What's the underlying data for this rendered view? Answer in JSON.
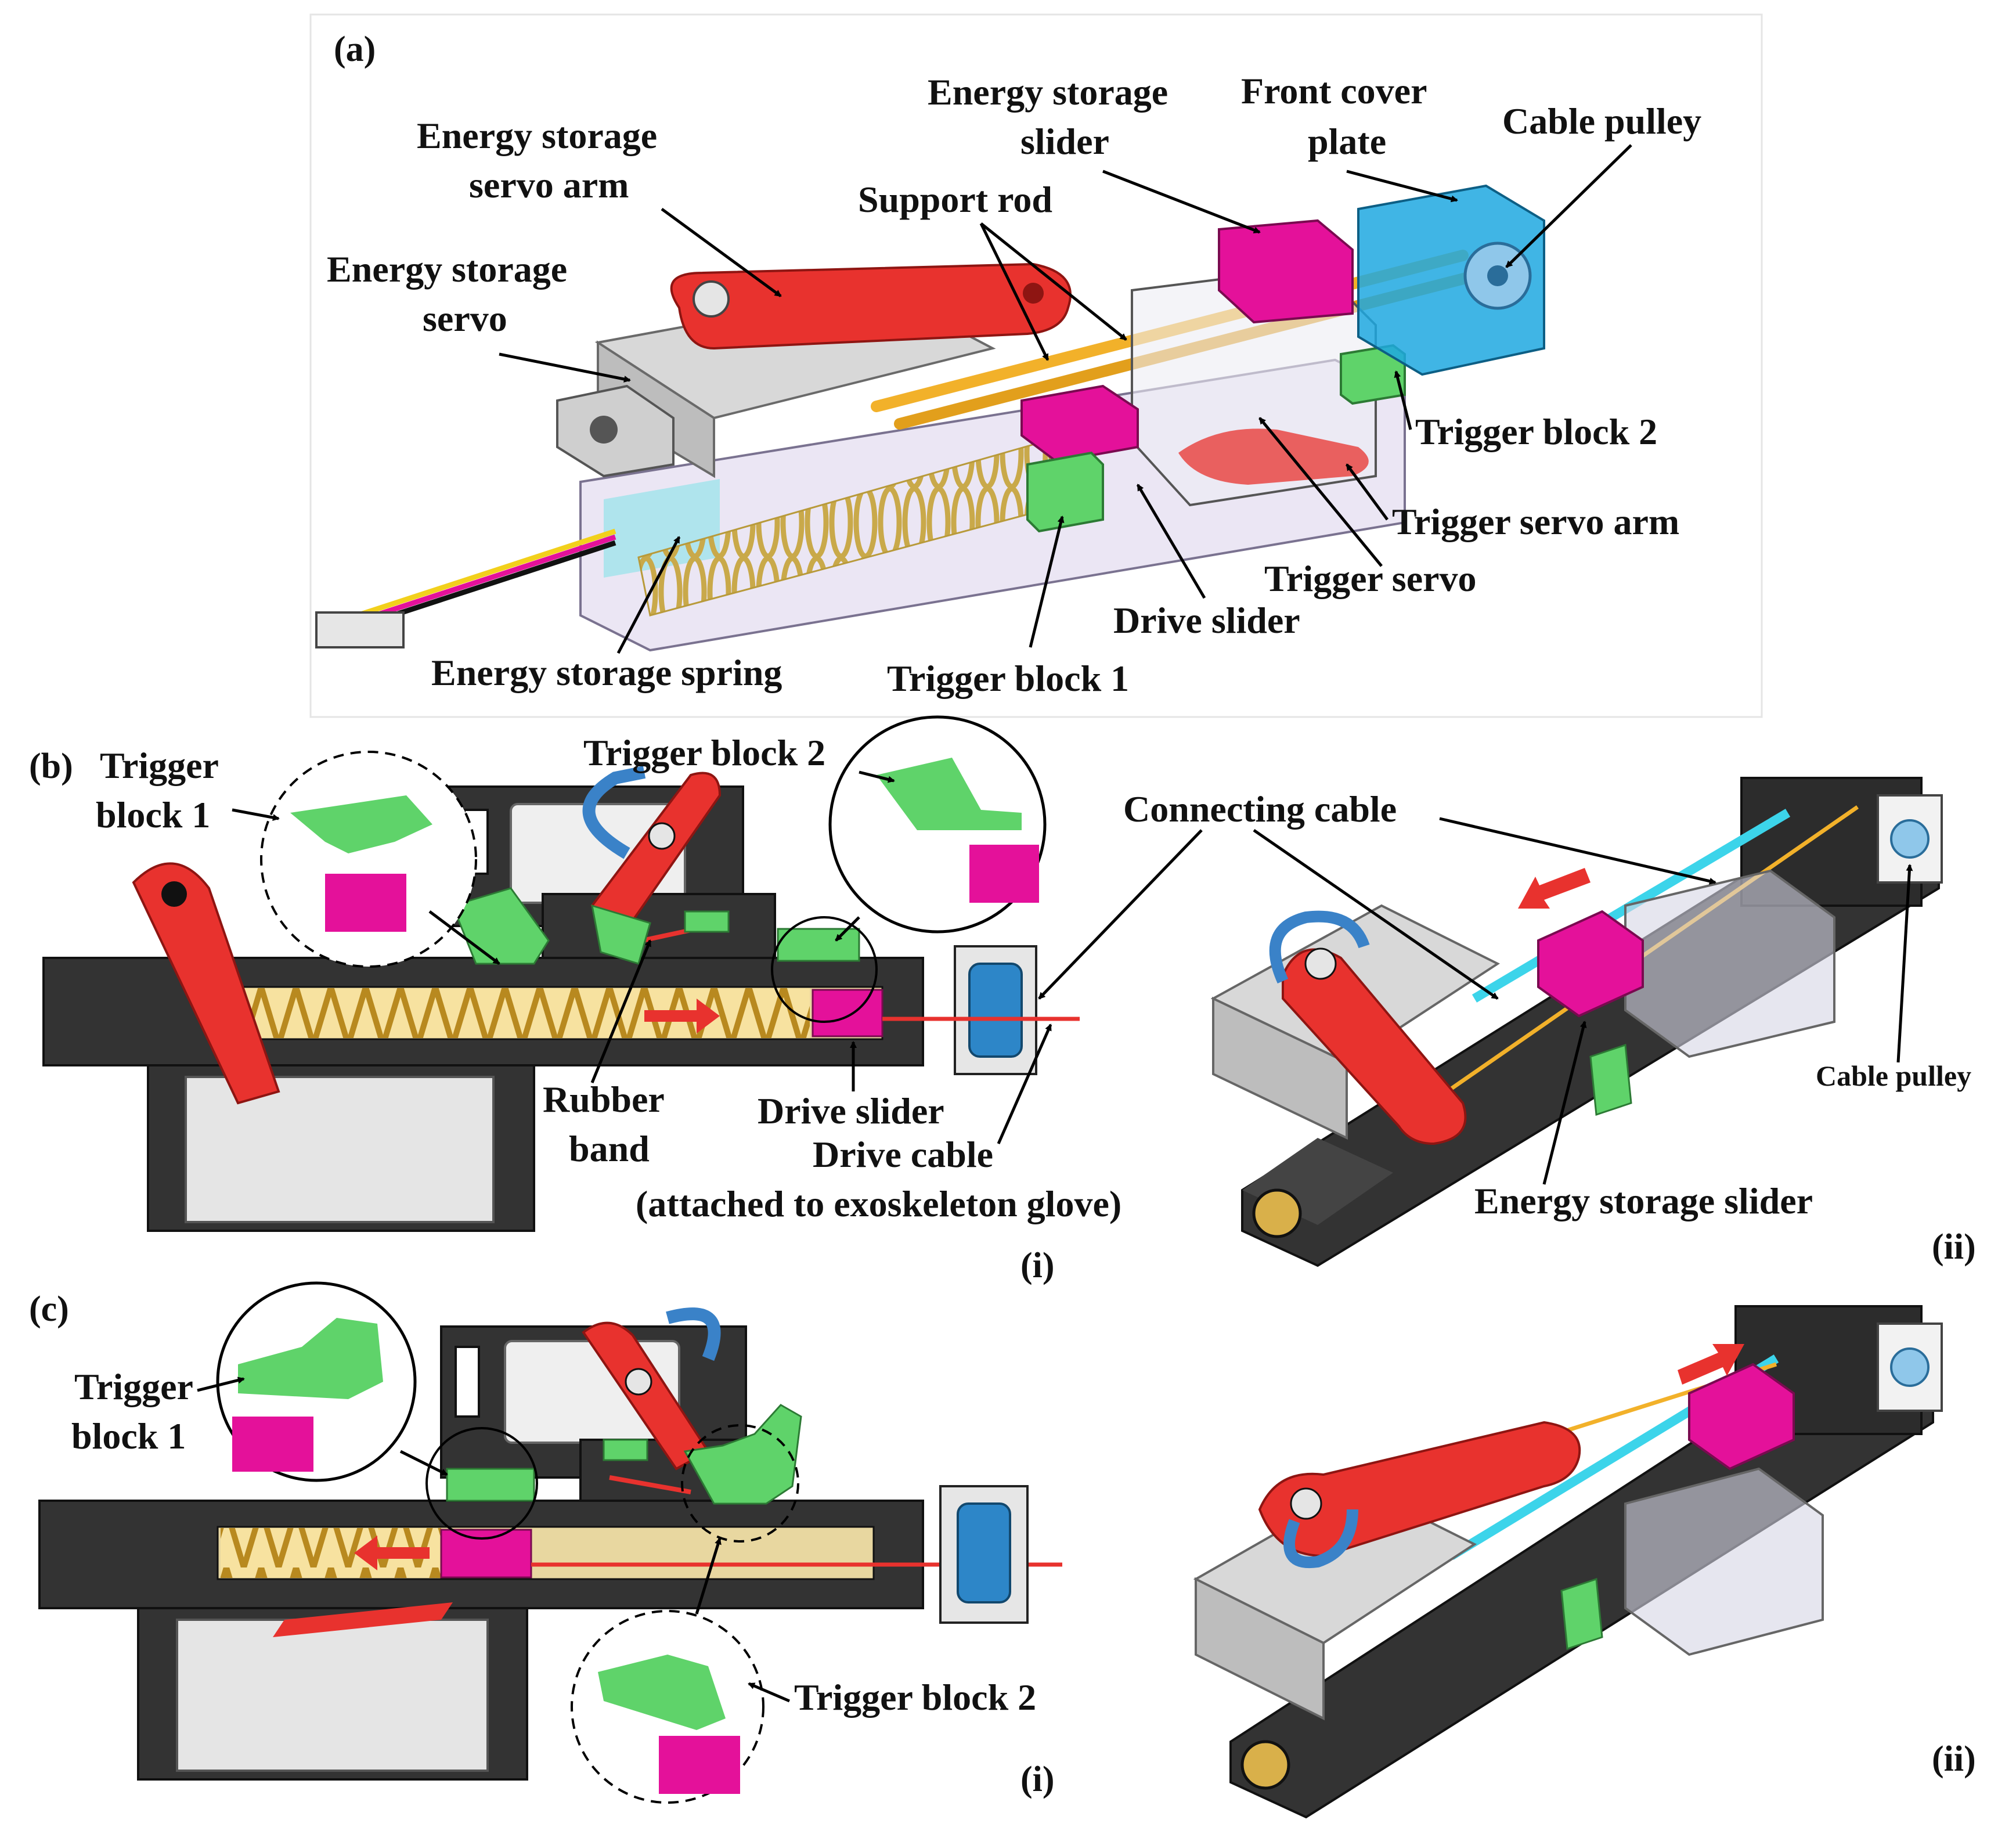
{
  "panels": {
    "a": "(a)",
    "b": "(b)",
    "c": "(c)",
    "bi": "(i)",
    "bii": "(ii)",
    "ci": "(i)",
    "cii": "(ii)"
  },
  "labels_a": {
    "es_servo_arm_1": "Energy storage",
    "es_servo_arm_2": "servo arm",
    "es_servo_1": "Energy storage",
    "es_servo_2": "servo",
    "support_rod": "Support rod",
    "es_slider_1": "Energy storage",
    "es_slider_2": "slider",
    "front_cover_1": "Front cover",
    "front_cover_2": "plate",
    "cable_pulley": "Cable pulley",
    "trigger_block_2": "Trigger block 2",
    "trigger_servo_arm": "Trigger servo arm",
    "trigger_servo": "Trigger servo",
    "drive_slider": "Drive slider",
    "es_spring": "Energy storage spring",
    "trigger_block_1": "Trigger block 1"
  },
  "labels_b": {
    "trigger_block_1_a": "Trigger",
    "trigger_block_1_b": "block 1",
    "trigger_block_2": "Trigger block 2",
    "rubber_band_1": "Rubber",
    "rubber_band_2": "band",
    "drive_slider": "Drive slider",
    "drive_cable": "Drive cable",
    "drive_cable_note": "(attached to exoskeleton glove)",
    "connecting_cable": "Connecting cable",
    "cable_pulley": "Cable pulley",
    "es_slider": "Energy storage slider"
  },
  "labels_c": {
    "trigger_block_1_a": "Trigger",
    "trigger_block_1_b": "block 1",
    "trigger_block_2": "Trigger block 2"
  },
  "colors": {
    "red_part": "#e8322e",
    "green_part": "#5fd36a",
    "magenta_part": "#e4119a",
    "blue_arrow": "#3a82c8",
    "housing": "#333333",
    "spring": "#d9b04a",
    "pulley": "#2d86c8",
    "rod": "#f2b12a"
  }
}
